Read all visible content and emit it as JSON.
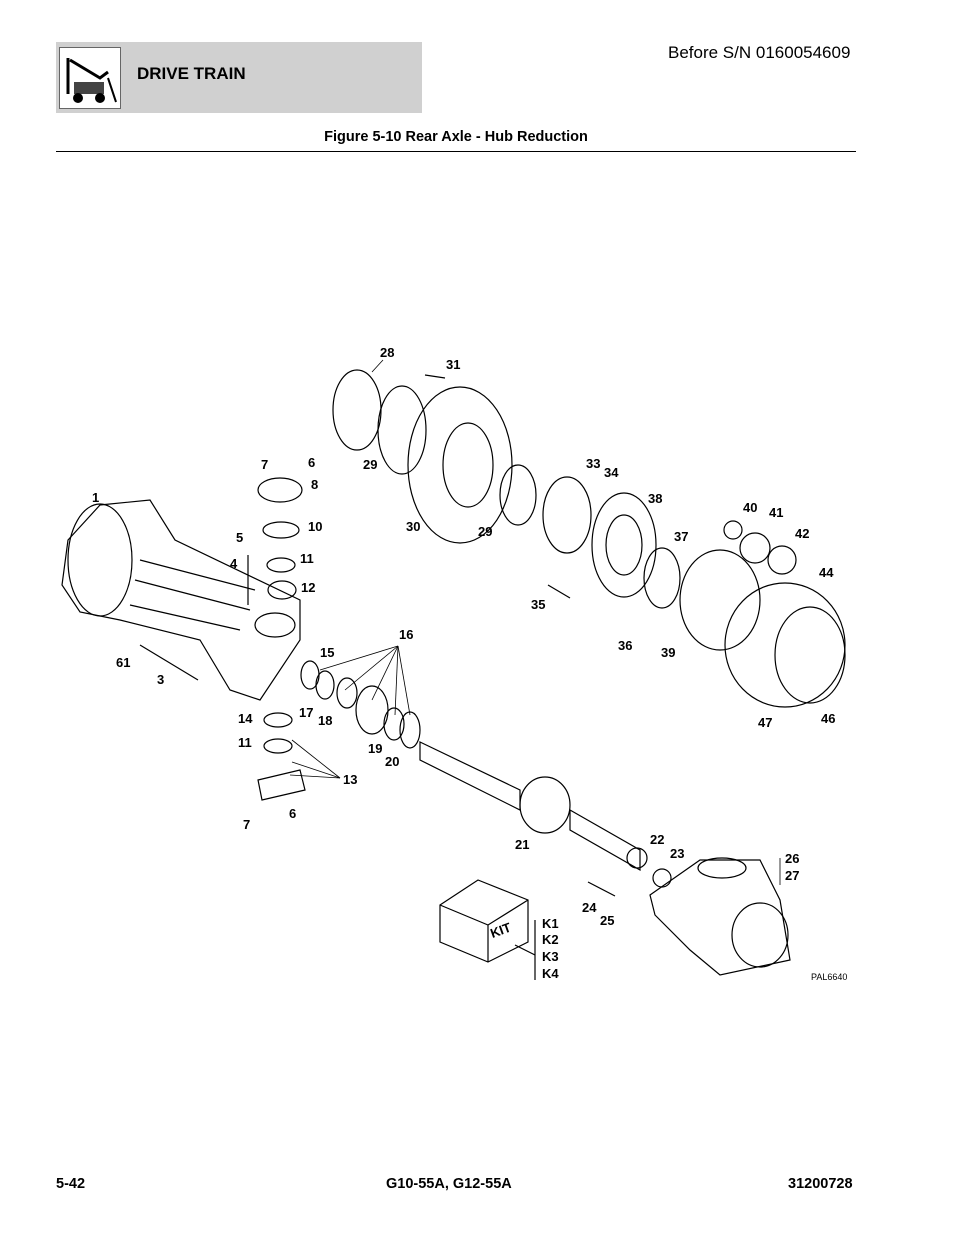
{
  "header": {
    "section_title": "DRIVE TRAIN",
    "serial_note": "Before S/N 0160054609",
    "icon": "forklift-icon"
  },
  "figure": {
    "title": "Figure 5-10 Rear Axle - Hub Reduction",
    "drawing_id": "PAL6640",
    "kit_label": "KIT",
    "callouts": [
      "28",
      "31",
      "7",
      "6",
      "8",
      "1",
      "10",
      "5",
      "11",
      "4",
      "12",
      "29",
      "33",
      "34",
      "38",
      "40",
      "41",
      "42",
      "30",
      "29",
      "37",
      "44",
      "35",
      "36",
      "39",
      "61",
      "3",
      "15",
      "16",
      "17",
      "18",
      "14",
      "11",
      "13",
      "19",
      "20",
      "7",
      "6",
      "47",
      "46",
      "21",
      "22",
      "23",
      "26",
      "27",
      "24",
      "25",
      "K1",
      "K2",
      "K3",
      "K4"
    ]
  },
  "footer": {
    "page_number": "5-42",
    "models": "G10-55A, G12-55A",
    "doc_number": "31200728"
  }
}
